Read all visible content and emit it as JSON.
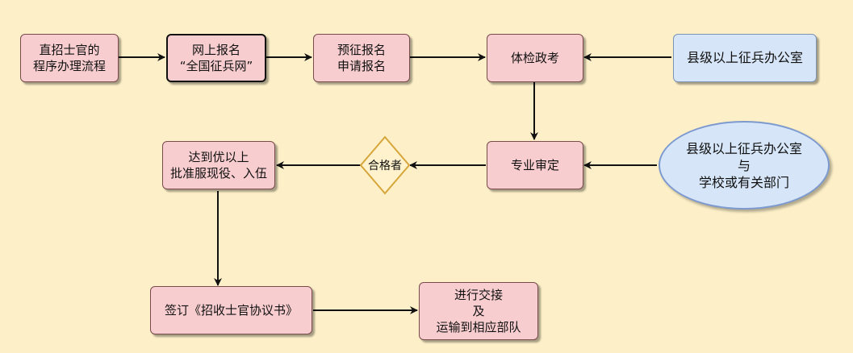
{
  "nodes": {
    "start": "直招士官的\n程序办理流程",
    "online_register": "网上报名\n“全国征兵网”",
    "pre_register": "预征报名\n申请报名",
    "physical_political": "体检政考",
    "county_office_1": "县级以上征兵办公室",
    "professional_review": "专业审定",
    "county_office_school": "县级以上征兵办公室\n与\n学校或有关部门",
    "qualified": "合格者",
    "approve_enlist": "达到优以上\n批准服现役、入伍",
    "sign_agreement": "签订《招收士官协议书》",
    "handover_transport": "进行交接\n及\n运输到相应部队"
  }
}
